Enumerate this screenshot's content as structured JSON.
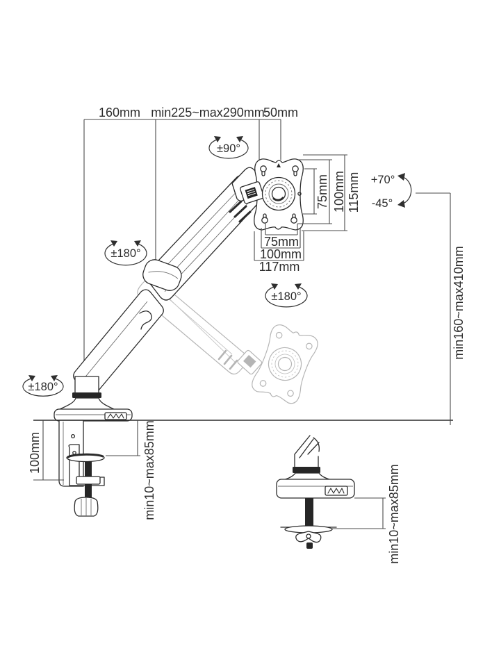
{
  "diagram": {
    "type": "technical line drawing",
    "subject": "Gas-spring single monitor desk mount arm - dimension diagram",
    "colors": {
      "line": "#2b2b2b",
      "ghost": "#b5b5b5",
      "background": "#ffffff"
    },
    "labels": {
      "dim_base_to_elbow": "160mm",
      "dim_arm_extension": "min225~max290mm",
      "dim_head_offset": "50mm",
      "vesa_vertical_75": "75mm",
      "vesa_vertical_100": "100mm",
      "vesa_vertical_115": "115mm",
      "vesa_horizontal_75": "75mm",
      "vesa_horizontal_100": "100mm",
      "vesa_horizontal_117": "117mm",
      "dim_height_range": "min160~max410mm",
      "dim_clamp_height": "100mm",
      "dim_clamp_thickness": "min10~max85mm",
      "dim_grommet_thickness": "min10~max85mm",
      "angle_vesa_rotation": "±90°",
      "angle_tilt_up": "+70°",
      "angle_tilt_down": "-45°",
      "angle_elbow_swivel": "±180°",
      "angle_head_swivel": "±180°",
      "angle_base_swivel": "±180°"
    }
  }
}
